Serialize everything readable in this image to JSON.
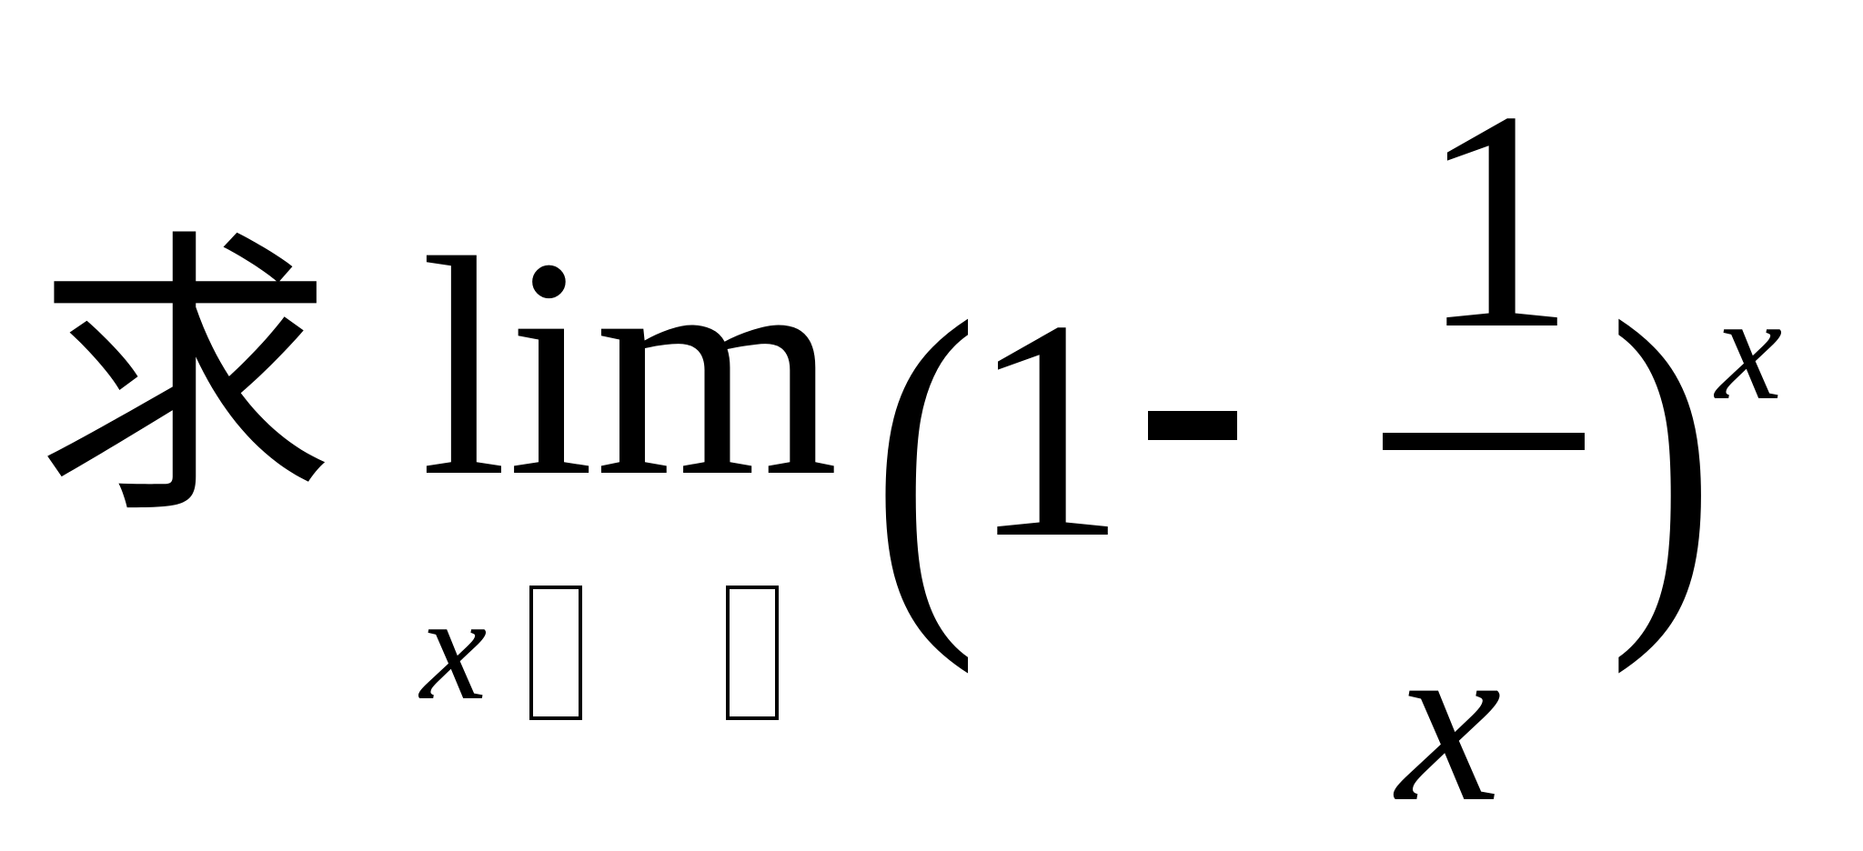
{
  "formula": {
    "prefix": "求",
    "operator": "lim",
    "subscript": {
      "variable": "x",
      "missing_glyph_count": 2
    },
    "left_paren": "(",
    "one": "1",
    "minus": "-",
    "fraction": {
      "numerator": "1",
      "denominator": "x"
    },
    "right_paren": ")",
    "exponent": "x"
  }
}
